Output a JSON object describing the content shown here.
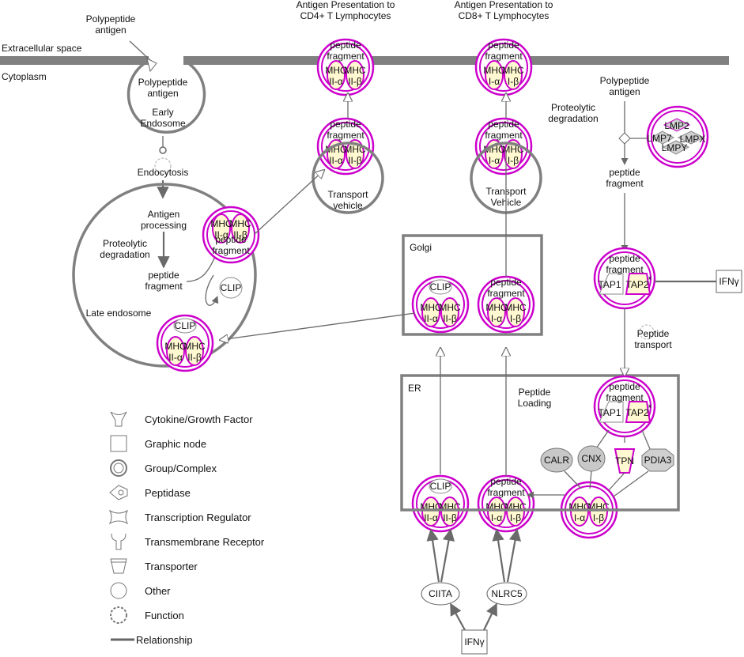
{
  "compartments": {
    "extracellular": "Extracellular space",
    "cytoplasm": "Cytoplasm",
    "early_endosome": "Early\nEndosome",
    "late_endosome": "Late endosome",
    "golgi": "Golgi",
    "er": "ER",
    "transport_vehicle_cd4": "Transport\nvehicle",
    "transport_vehicle_cd8": "Transport\nVehicle"
  },
  "headings": {
    "cd4": "Antigen Presentation to\nCD4+ T Lymphocytes",
    "cd8": "Antigen Presentation to\nCD8+ T Lymphocytes"
  },
  "labels": {
    "polypeptide_antigen": "Polypeptide\nantigen",
    "endocytosis": "Endocytosis",
    "antigen_processing": "Antigen\nprocessing",
    "proteolytic_degradation": "Proteolytic\ndegradation",
    "peptide_fragment": "peptide\nfragment",
    "clip": "CLIP",
    "peptide_transport": "Peptide\ntransport",
    "peptide_loading": "Peptide\nLoading",
    "ifng": "IFNγ",
    "ciita": "CIITA",
    "nlrc5": "NLRC5",
    "calr": "CALR",
    "cnx": "CNX",
    "tpn": "TPN",
    "pdia3": "PDIA3",
    "tap1": "TAP1",
    "tap2": "TAP2",
    "tap2_star": "*",
    "lmp2": "LMP2",
    "lmp7": "LMP7",
    "lmpx": "LMPX",
    "lmpy": "LMPY",
    "mhc_ii_a": "MHC\nII-α",
    "mhc_ii_b": "MHC\nII-β",
    "mhc_i_a": "MHC\nI-α",
    "mhc_i_b": "MHC\nI-β"
  },
  "legend": [
    {
      "icon": "cytokine-icon",
      "label": "Cytokine/Growth Factor"
    },
    {
      "icon": "graphic-node-icon",
      "label": "Graphic node"
    },
    {
      "icon": "group-complex-icon",
      "label": "Group/Complex"
    },
    {
      "icon": "peptidase-icon",
      "label": "Peptidase"
    },
    {
      "icon": "transcription-regulator-icon",
      "label": "Transcription Regulator"
    },
    {
      "icon": "transmembrane-receptor-icon",
      "label": "Transmembrane Receptor"
    },
    {
      "icon": "transporter-icon",
      "label": "Transporter"
    },
    {
      "icon": "other-icon",
      "label": "Other"
    },
    {
      "icon": "function-icon",
      "label": "Function"
    },
    {
      "icon": "relationship-line-icon",
      "label": "Relationship"
    }
  ],
  "colors": {
    "complex": "#cc00cc",
    "fill": "#fff8d0",
    "membrane": "#808080",
    "grey_node": "#c8c8c8"
  }
}
